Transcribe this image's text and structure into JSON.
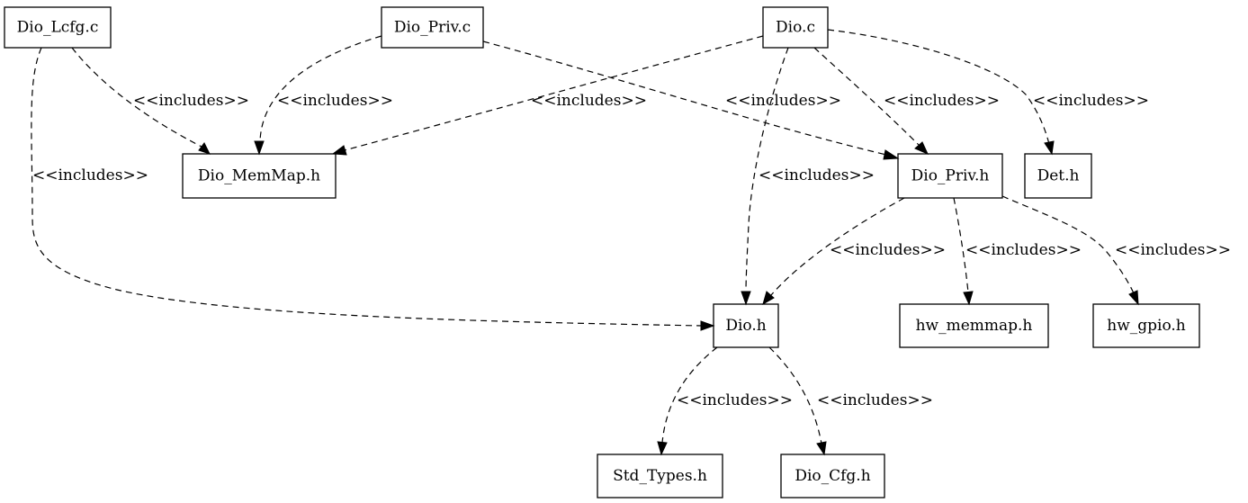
{
  "diagram": {
    "nodes": [
      {
        "id": "dio_lcfg_c",
        "label": "Dio_Lcfg.c"
      },
      {
        "id": "dio_priv_c",
        "label": "Dio_Priv.c"
      },
      {
        "id": "dio_c",
        "label": "Dio.c"
      },
      {
        "id": "dio_memmap_h",
        "label": "Dio_MemMap.h"
      },
      {
        "id": "dio_priv_h",
        "label": "Dio_Priv.h"
      },
      {
        "id": "det_h",
        "label": "Det.h"
      },
      {
        "id": "dio_h",
        "label": "Dio.h"
      },
      {
        "id": "hw_memmap_h",
        "label": "hw_memmap.h"
      },
      {
        "id": "hw_gpio_h",
        "label": "hw_gpio.h"
      },
      {
        "id": "std_types_h",
        "label": "Std_Types.h"
      },
      {
        "id": "dio_cfg_h",
        "label": "Dio_Cfg.h"
      }
    ],
    "edges": [
      {
        "from": "dio_lcfg_c",
        "to": "dio_memmap_h",
        "label": "<<includes>>"
      },
      {
        "from": "dio_lcfg_c",
        "to": "dio_h",
        "label": "<<includes>>"
      },
      {
        "from": "dio_priv_c",
        "to": "dio_memmap_h",
        "label": "<<includes>>"
      },
      {
        "from": "dio_priv_c",
        "to": "dio_priv_h",
        "label": "<<includes>>"
      },
      {
        "from": "dio_c",
        "to": "dio_memmap_h",
        "label": "<<includes>>"
      },
      {
        "from": "dio_c",
        "to": "dio_h",
        "label": "<<includes>>"
      },
      {
        "from": "dio_c",
        "to": "dio_priv_h",
        "label": "<<includes>>"
      },
      {
        "from": "dio_c",
        "to": "det_h",
        "label": "<<includes>>"
      },
      {
        "from": "dio_priv_h",
        "to": "dio_h",
        "label": "<<includes>>"
      },
      {
        "from": "dio_priv_h",
        "to": "hw_memmap_h",
        "label": "<<includes>>"
      },
      {
        "from": "dio_priv_h",
        "to": "hw_gpio_h",
        "label": "<<includes>>"
      },
      {
        "from": "dio_h",
        "to": "std_types_h",
        "label": "<<includes>>"
      },
      {
        "from": "dio_h",
        "to": "dio_cfg_h",
        "label": "<<includes>>"
      }
    ]
  }
}
